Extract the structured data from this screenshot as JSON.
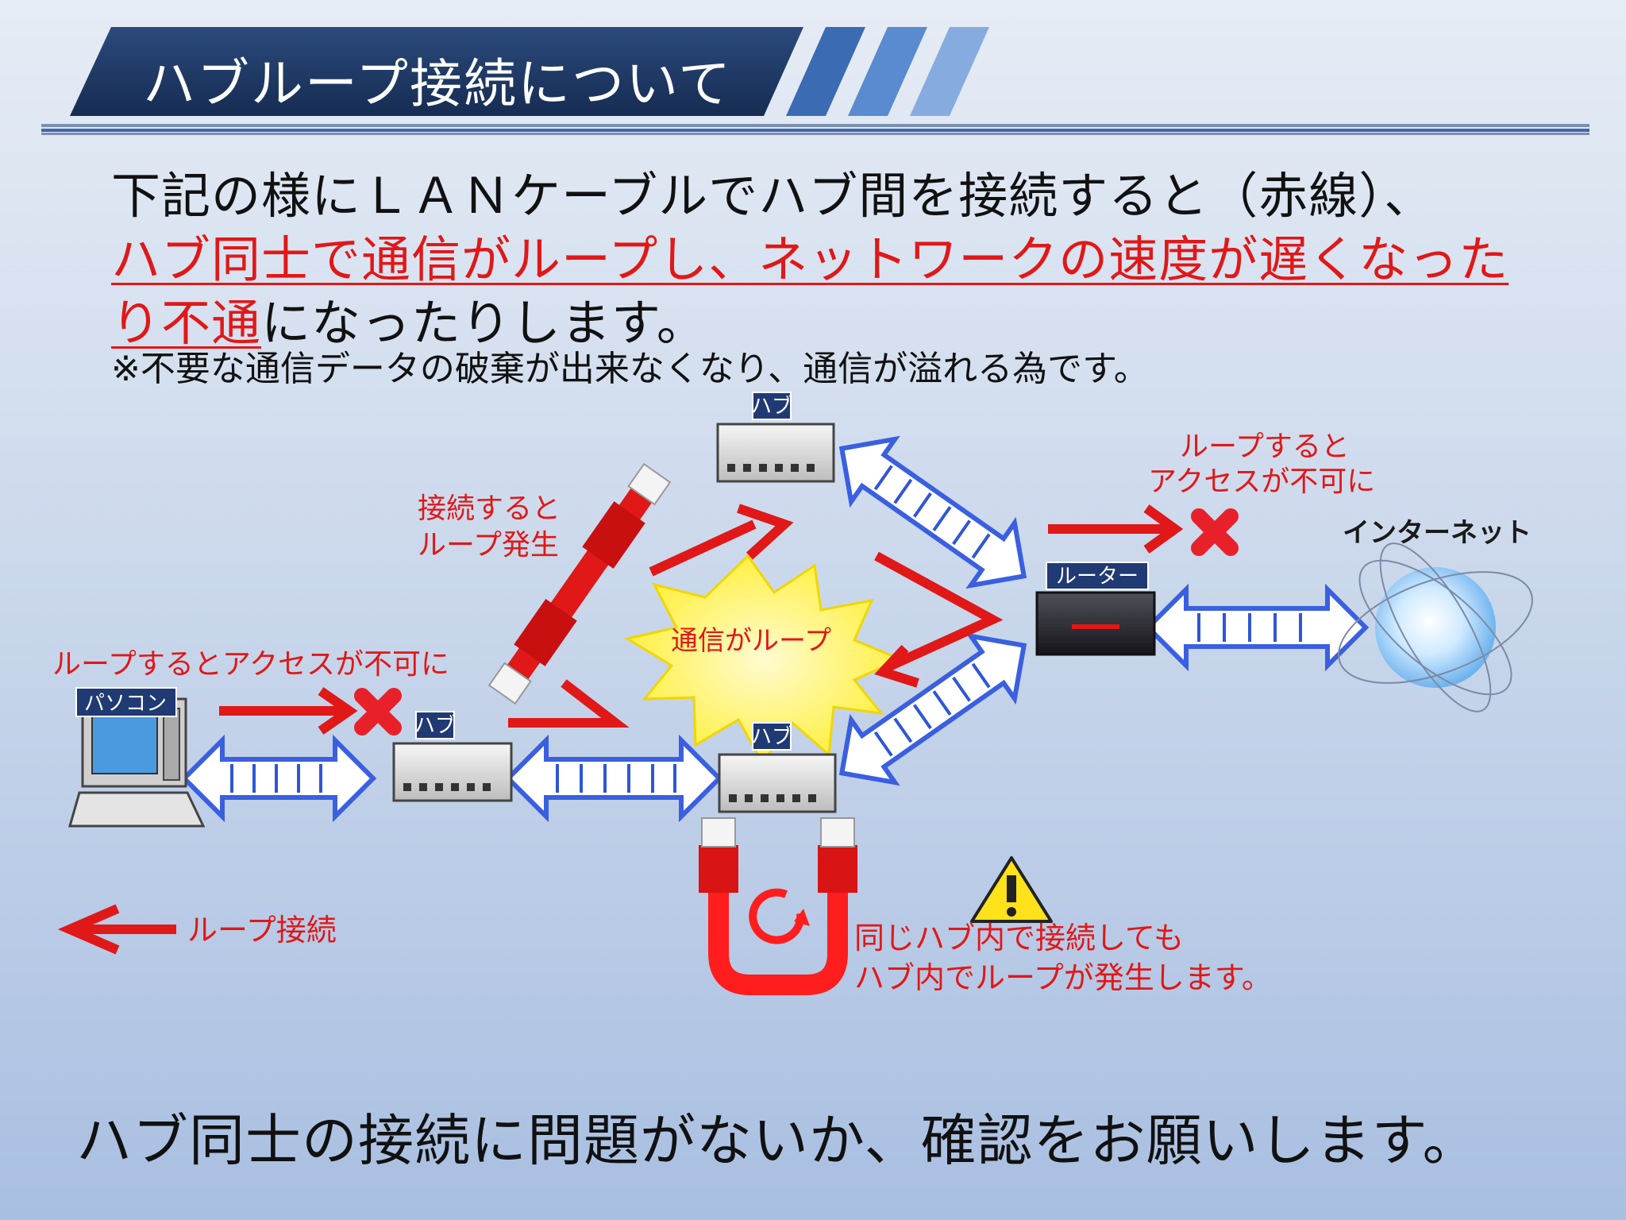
{
  "header": {
    "title": "ハブループ接続について"
  },
  "intro": {
    "line1": "下記の様にＬＡＮケーブルでハブ間を接続すると（赤線）、",
    "line2": "ハブ同士で通信がループし、ネットワークの速度が遅くなった",
    "line3_red": "り不通",
    "line3_rest": "になったりします。",
    "note": "※不要な通信データの破棄が出来なくなり、通信が溢れる為です。"
  },
  "diagram": {
    "pc_label": "パソコン",
    "hub_label": "ハブ",
    "router_label": "ルーター",
    "internet_label": "インターネット",
    "access_denied_left": "ループするとアクセスが不可に",
    "access_denied_right_1": "ループすると",
    "access_denied_right_2": "アクセスが不可に",
    "loop_occurs_1": "接続すると",
    "loop_occurs_2": "ループ発生",
    "burst_label": "通信がループ",
    "same_hub_1": "同じハブ内で接続しても",
    "same_hub_2": "ハブ内でループが発生します。",
    "legend_label": "ループ接続",
    "colors": {
      "loop_red": "#e01818",
      "link_blue": "#3a5fe0",
      "title_navy": "#1e3a66"
    }
  },
  "footer": {
    "conclusion": "ハブ同士の接続に問題がないか、確認をお願いします。"
  }
}
